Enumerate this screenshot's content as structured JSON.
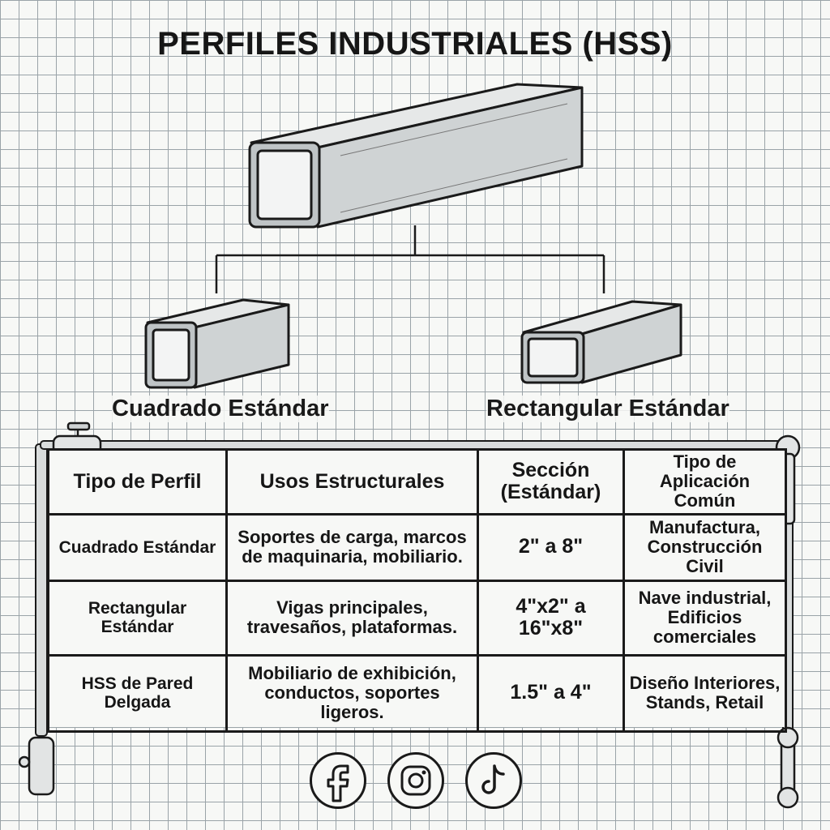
{
  "title": "PERFILES INDUSTRIALES (HSS)",
  "profiles": {
    "square_label": "Cuadrado Estándar",
    "rect_label": "Rectangular Estándar"
  },
  "table": {
    "headers": [
      "Tipo de Perfil",
      "Usos Estructurales",
      "Sección (Estándar)",
      "Tipo de Aplicación Común"
    ],
    "rows": [
      [
        "Cuadrado Estándar",
        "Soportes de carga, marcos de maquinaria, mobiliario.",
        "2\" a 8\"",
        "Manufactura, Construcción Civil"
      ],
      [
        "Rectangular Estándar",
        "Vigas principales, travesaños, plataformas.",
        "4\"x2\" a 16\"x8\"",
        "Nave industrial, Edificios comerciales"
      ],
      [
        "HSS de Pared Delgada",
        "Mobiliario de exhibición, conductos, soportes ligeros.",
        "1.5\" a 4\"",
        "Diseño Interiores, Stands, Retail"
      ]
    ]
  },
  "social": [
    "facebook-icon",
    "instagram-icon",
    "tiktok-icon"
  ]
}
